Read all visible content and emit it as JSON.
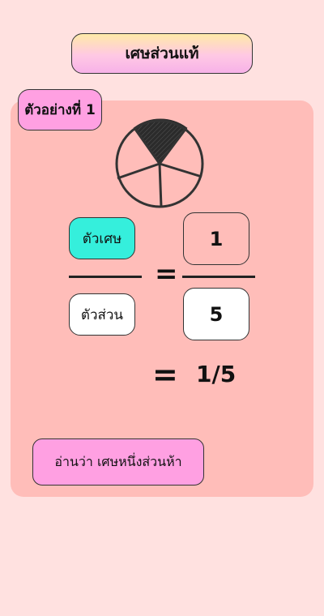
{
  "header": {
    "title": "เศษส่วนแท้"
  },
  "example": {
    "tag": "ตัวอย่างที่ 1",
    "pie": {
      "slices": 5,
      "shaded": 1,
      "shaded_color": "#2b2b2b"
    },
    "numerator_label": "ตัวเศษ",
    "denominator_label": "ตัวส่วน",
    "equals": "=",
    "numerator_value": "1",
    "denominator_value": "5",
    "result_equals": "=",
    "result": "1/5",
    "reading": "อ่านว่า เศษหนึ่งส่วนห้า"
  },
  "colors": {
    "background": "#ffe1e0",
    "card": "#ffbdb9",
    "pink_pill": "#ffa0e2",
    "teal": "#35efdc"
  }
}
